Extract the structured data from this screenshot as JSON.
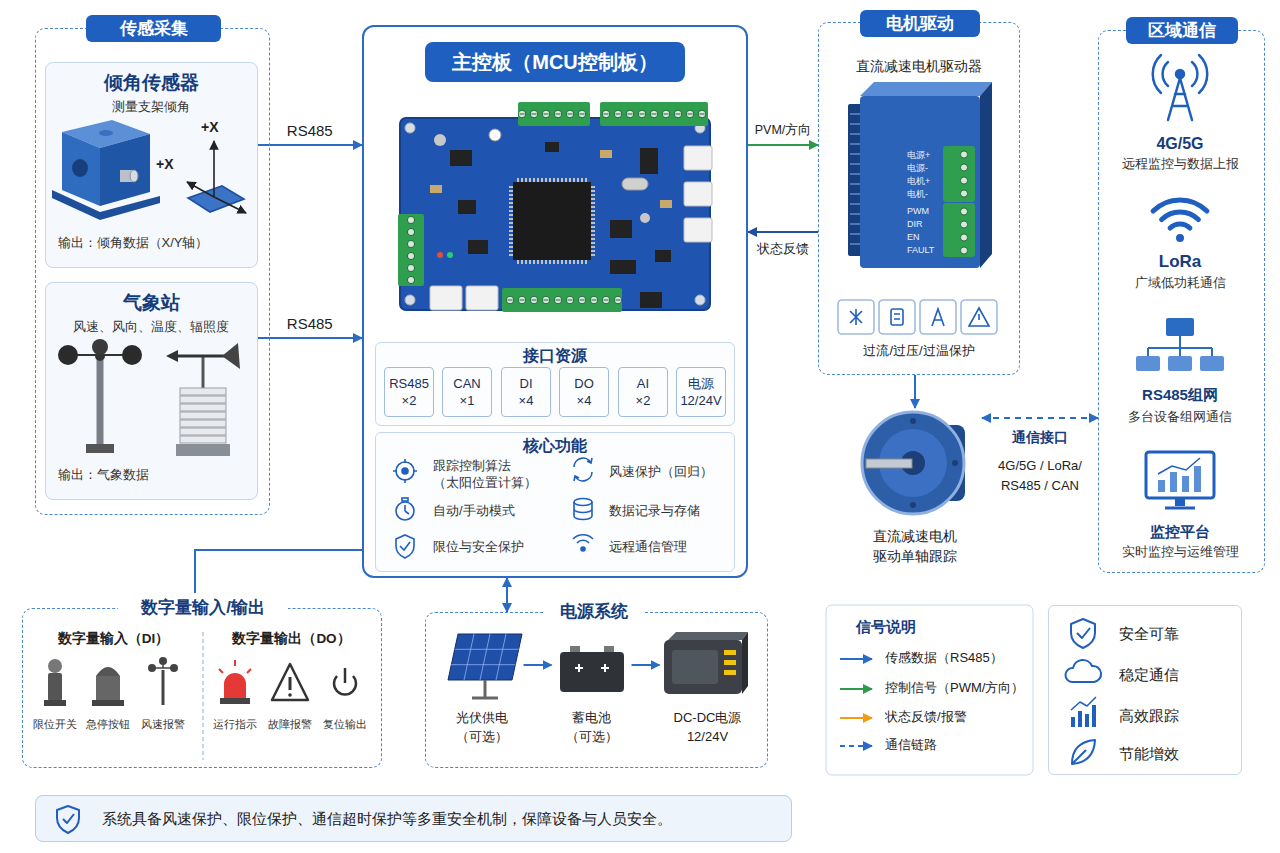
{
  "diagram": {
    "nodes": [
      {
        "text": [
          "传感采集"
        ]
      },
      {
        "text": [
          "倾角传感器",
          "测量支架倾角",
          "输出：倾角数据（X/Y轴）"
        ],
        "in": 0
      },
      {
        "text": [
          "气象站",
          "风速、风向、温度、辐照度",
          "输出：气象数据"
        ],
        "in": 0
      },
      {
        "text": [
          "主控板（MCU控制板）"
        ]
      },
      {
        "text": [
          "接口资源"
        ],
        "in": 3
      },
      {
        "text": [
          "RS485 ×2"
        ],
        "in": 4
      },
      {
        "text": [
          "CAN ×1"
        ],
        "in": 4
      },
      {
        "text": [
          "DI ×4"
        ],
        "in": 4
      },
      {
        "text": [
          "DO ×4"
        ],
        "in": 4
      },
      {
        "text": [
          "AI ×2"
        ],
        "in": 4
      },
      {
        "text": [
          "电源 12/24V"
        ],
        "in": 4
      },
      {
        "text": [
          "核心功能",
          "跟踪控制算法 （太阳位置计算）",
          "风速保护（回归）",
          "自动/手动模式",
          "数据记录与存储",
          "限位与安全保护",
          "远程通信管理"
        ],
        "in": 3
      },
      {
        "text": [
          "电机驱动",
          "直流减速电机驱动器",
          "过流/过压/过温保护"
        ]
      },
      {
        "text": [
          "直流减速电机 驱动单轴跟踪"
        ]
      },
      {
        "text": [
          "区域通信"
        ]
      },
      {
        "text": [
          "4G/5G",
          "远程监控与数据上报"
        ],
        "in": 14
      },
      {
        "text": [
          "LoRa",
          "广域低功耗通信"
        ],
        "in": 14
      },
      {
        "text": [
          "RS485组网",
          "多台设备组网通信"
        ],
        "in": 14
      },
      {
        "text": [
          "监控平台",
          "实时监控与运维管理"
        ],
        "in": 14
      },
      {
        "text": [
          "数字量输入/输出"
        ]
      },
      {
        "text": [
          "数字量输入（DI）",
          "限位开关",
          "急停按钮",
          "风速报警"
        ],
        "in": 19
      },
      {
        "text": [
          "数字量输出（DO）",
          "运行指示",
          "故障报警",
          "复位输出"
        ],
        "in": 19
      },
      {
        "text": [
          "电源系统"
        ]
      },
      {
        "text": [
          "光伏供电 （可选）"
        ],
        "in": 22
      },
      {
        "text": [
          "蓄电池 （可选）"
        ],
        "in": 22
      },
      {
        "text": [
          "DC-DC电源 12/24V"
        ],
        "in": 22
      },
      {
        "text": [
          "安全可靠",
          "稳定通信",
          "高效跟踪",
          "节能增效"
        ]
      },
      {
        "text": [
          "系统具备风速保护、限位保护、通信超时保护等多重安全机制，保障设备与人员安全。"
        ]
      }
    ],
    "edges": [
      {
        "from": 1,
        "to": 3,
        "label": "RS485",
        "arrow": "to"
      },
      {
        "from": 2,
        "to": 3,
        "label": "RS485",
        "arrow": "to"
      },
      {
        "from": 3,
        "to": 12,
        "label": "PVM/方向",
        "arrow": "to"
      },
      {
        "from": 12,
        "to": 3,
        "label": "状态反馈",
        "arrow": "to"
      },
      {
        "from": 12,
        "to": 13,
        "arrow": "to"
      },
      {
        "from": 13,
        "to": 14,
        "label": "通信接口",
        "arrow": "both"
      },
      {
        "from": 3,
        "to": 19,
        "arrow": "none"
      },
      {
        "from": 3,
        "to": 22,
        "arrow": "both"
      },
      {
        "from": 23,
        "to": 24,
        "arrow": "to"
      },
      {
        "from": 24,
        "to": 25,
        "arrow": "to"
      }
    ],
    "labels": [
      "+X",
      "+X",
      "电源+",
      "电源-",
      "电机+",
      "电机-",
      "PWM",
      "DIR",
      "EN",
      "FAULT",
      "4G/5G / LoRa/ RS485 / CAN",
      "信号说明"
    ],
    "legend": [
      {
        "text": "传感数据（RS485）"
      },
      {
        "text": "控制信号（PWM/方向）"
      },
      {
        "text": "状态反馈/报警"
      },
      {
        "text": "通信链路"
      }
    ]
  }
}
